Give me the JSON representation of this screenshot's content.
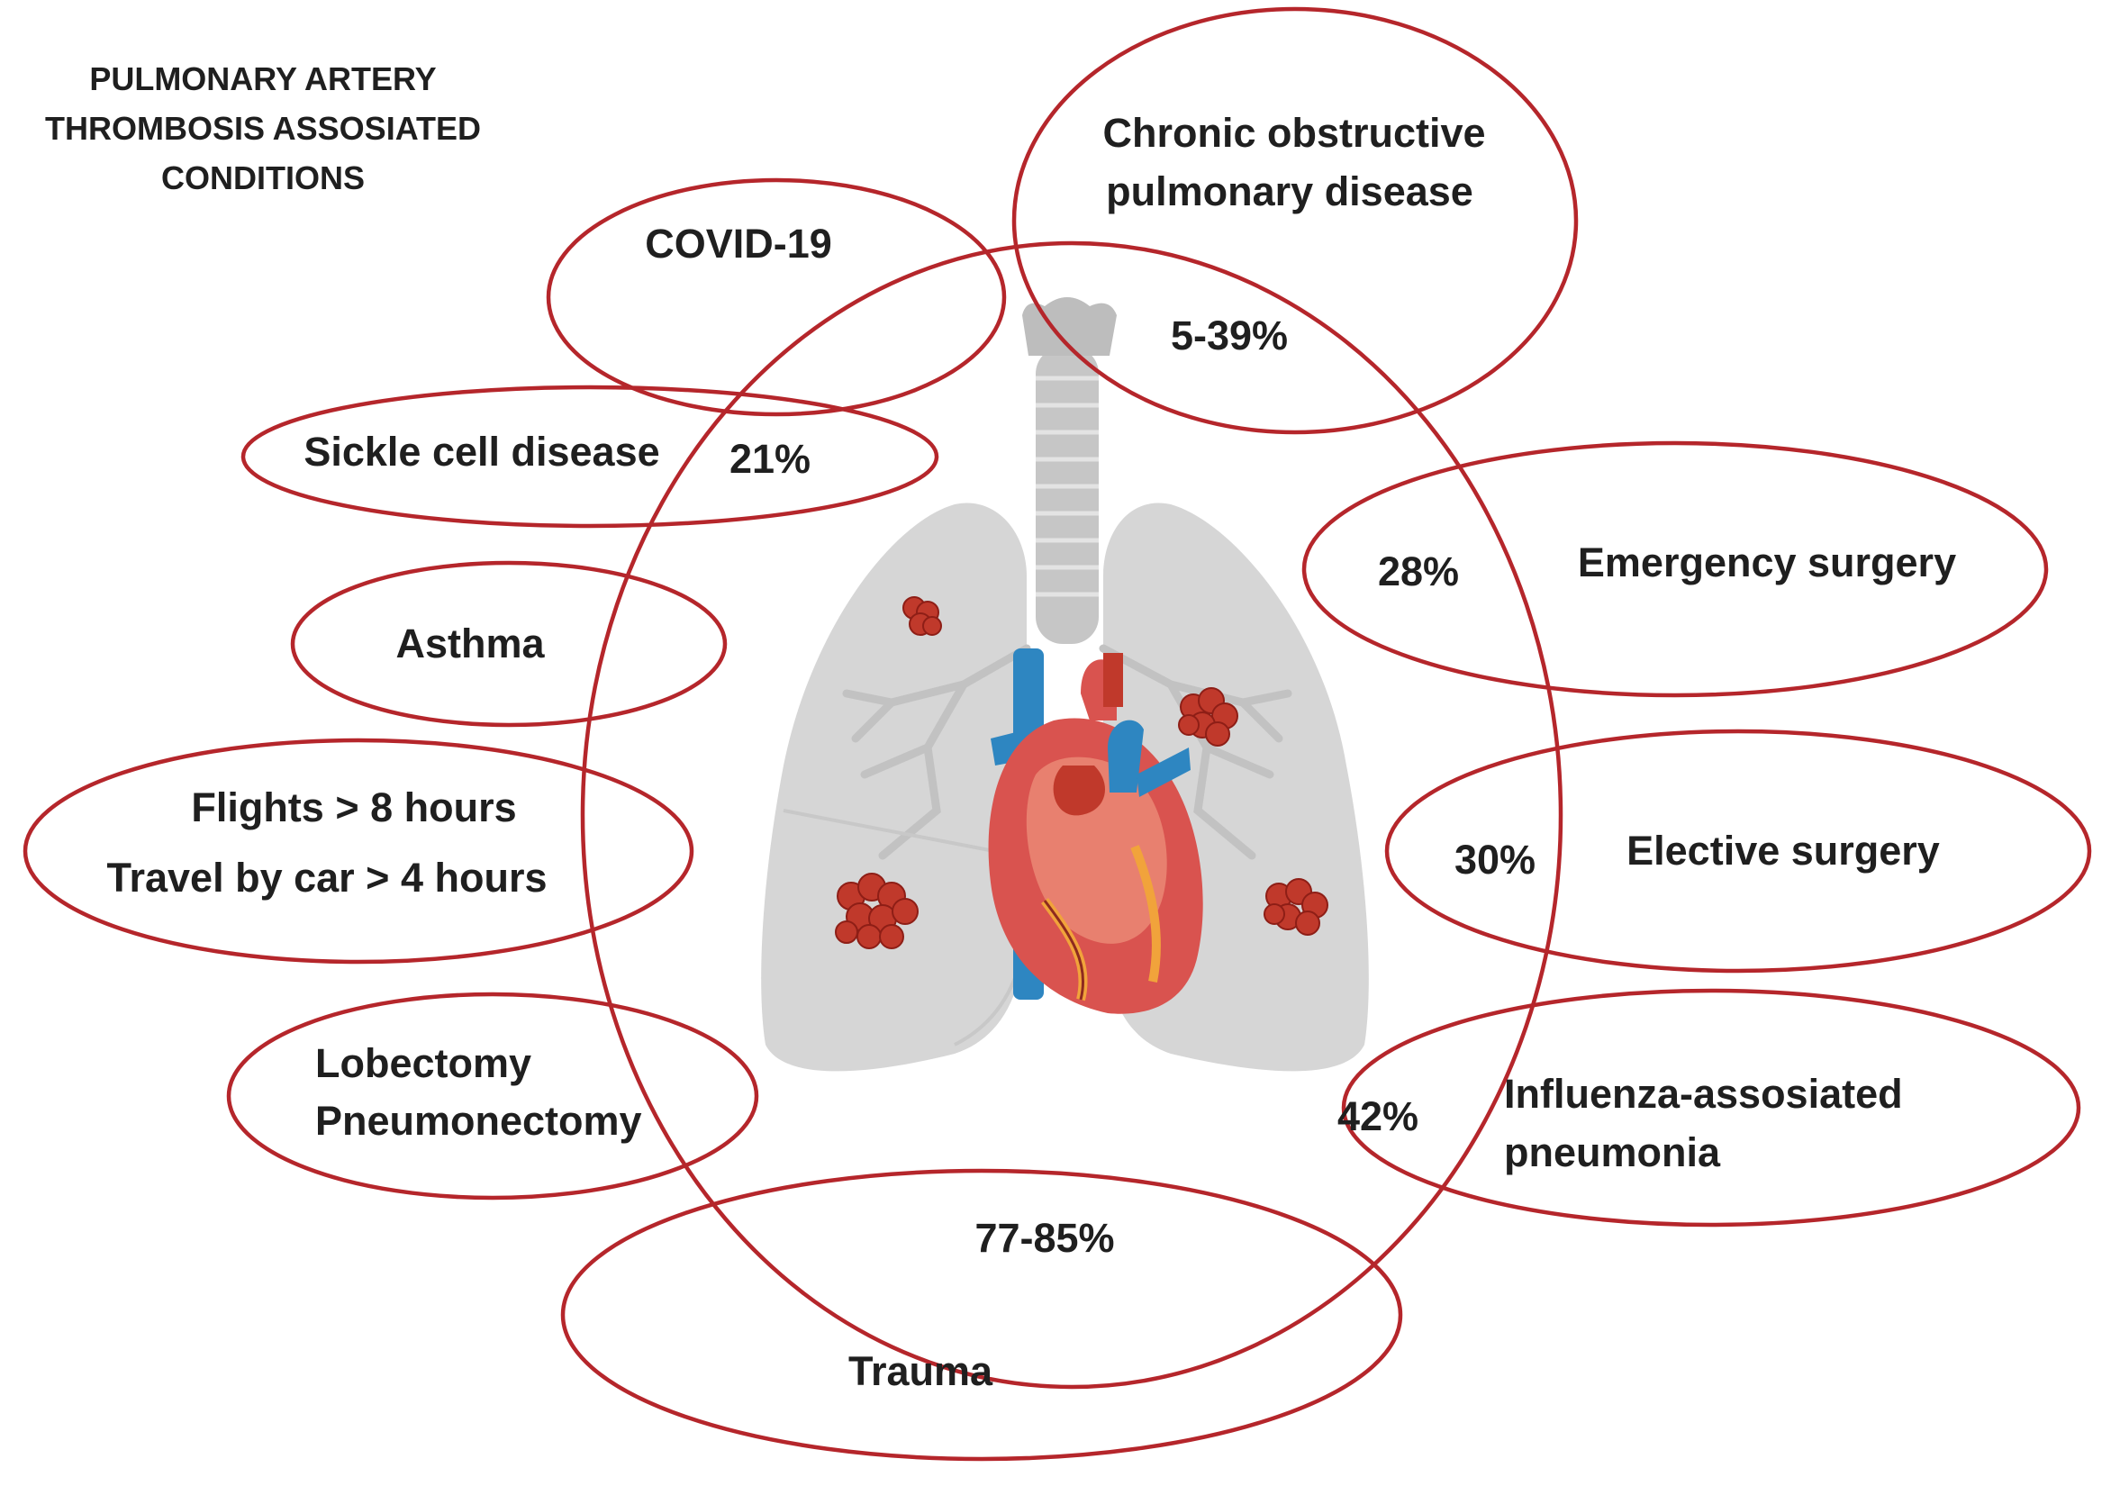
{
  "title": [
    "PULMONARY ARTERY",
    "THROMBOSIS ASSOSIATED",
    "CONDITIONS"
  ],
  "conditions": {
    "covid": [
      "COVID-19"
    ],
    "copd": [
      "Chronic obstructive",
      "pulmonary disease"
    ],
    "sickle": [
      "Sickle cell disease"
    ],
    "asthma": [
      "Asthma"
    ],
    "flights": [
      "Flights > 8 hours",
      "Travel by car > 4 hours"
    ],
    "lobectomy": [
      "Lobectomy",
      "Pneumonectomy"
    ],
    "trauma": [
      "Trauma"
    ],
    "emergency": [
      "Emergency surgery"
    ],
    "elective": [
      "Elective surgery"
    ],
    "influenza": [
      "Influenza-assosiated",
      "pneumonia"
    ]
  },
  "percentages": {
    "copd": "5-39%",
    "sickle": "21%",
    "emergency": "28%",
    "elective": "30%",
    "influenza": "42%",
    "trauma": "77-85%"
  },
  "colors": {
    "ring": "#b5262b",
    "lung": "#d3d3d3",
    "trachea": "#c4c4c4",
    "heart": "#d9534f",
    "vein": "#2e86c1",
    "clot": "#c0392b"
  },
  "illustration": "heart-and-lungs-with-clots"
}
